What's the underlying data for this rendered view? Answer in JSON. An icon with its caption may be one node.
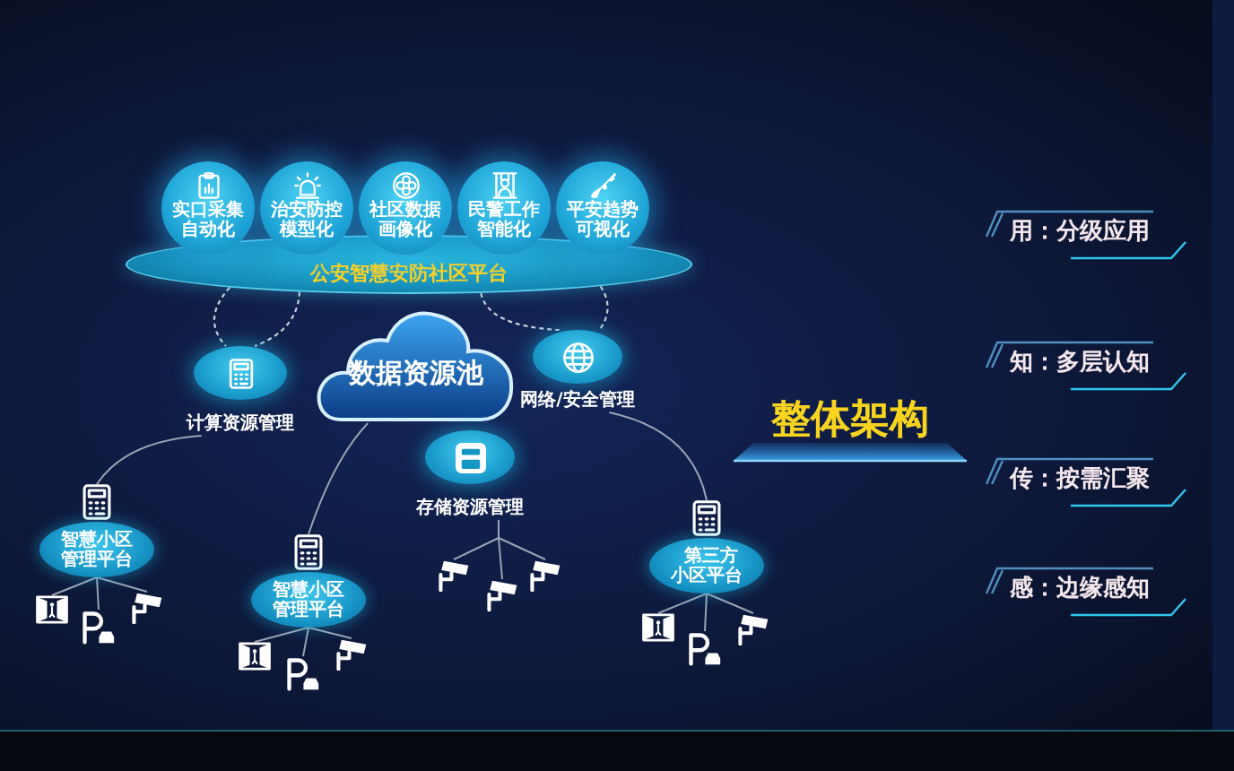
{
  "diagram": {
    "title": "整体架构",
    "nodes": [
      {
        "text": [
          "实口采集自动化"
        ]
      },
      {
        "text": [
          "治安防控模型化"
        ]
      },
      {
        "text": [
          "社区数据画像化"
        ]
      },
      {
        "text": [
          "民警工作智能化"
        ]
      },
      {
        "text": [
          "平安趋势可视化"
        ]
      },
      {
        "text": [
          "公安智慧安防社区平台"
        ]
      },
      {
        "text": [
          "计算资源管理"
        ]
      },
      {
        "text": [
          "数据资源池"
        ]
      },
      {
        "text": [
          "网络/安全管理"
        ]
      },
      {
        "text": [
          "存储资源管理"
        ]
      },
      {
        "text": [
          "智慧小区管理平台"
        ]
      },
      {
        "text": [
          "智慧小区管理平台"
        ]
      },
      {
        "text": [
          "第三方小区平台"
        ]
      },
      {
        "text": [],
        "shape": "picture"
      },
      {
        "text": [],
        "shape": "picture"
      },
      {
        "text": [],
        "shape": "picture"
      },
      {
        "text": [],
        "shape": "picture"
      },
      {
        "text": [],
        "shape": "picture"
      },
      {
        "text": [],
        "shape": "picture"
      },
      {
        "text": [],
        "shape": "picture"
      },
      {
        "text": [],
        "shape": "picture"
      },
      {
        "text": [],
        "shape": "picture"
      },
      {
        "text": [],
        "shape": "picture"
      },
      {
        "text": [],
        "shape": "picture"
      },
      {
        "text": [],
        "shape": "picture"
      }
    ],
    "edges": [
      {
        "from": 5,
        "to": 6,
        "arrow": "none",
        "style": "dashed",
        "color": "#c9ced8"
      },
      {
        "from": 5,
        "to": 6,
        "arrow": "none",
        "style": "dashed",
        "color": "#c9ced8"
      },
      {
        "from": 5,
        "to": 8,
        "arrow": "none",
        "style": "dashed",
        "color": "#c9ced8"
      },
      {
        "from": 5,
        "to": 8,
        "arrow": "none",
        "style": "dashed",
        "color": "#c9ced8"
      },
      {
        "from": 6,
        "to": 10,
        "arrow": "none"
      },
      {
        "from": 7,
        "to": 11,
        "arrow": "none"
      },
      {
        "from": 8,
        "to": 12,
        "arrow": "none"
      },
      {
        "from": 9,
        "to": 13,
        "arrow": "none"
      },
      {
        "from": 9,
        "to": 14,
        "arrow": "none"
      },
      {
        "from": 9,
        "to": 15,
        "arrow": "none"
      },
      {
        "from": 10,
        "to": 16,
        "arrow": "none"
      },
      {
        "from": 10,
        "to": 17,
        "arrow": "none"
      },
      {
        "from": 10,
        "to": 18,
        "arrow": "none"
      },
      {
        "from": 11,
        "to": 19,
        "arrow": "none"
      },
      {
        "from": 11,
        "to": 20,
        "arrow": "none"
      },
      {
        "from": 11,
        "to": 21,
        "arrow": "none"
      },
      {
        "from": 12,
        "to": 22,
        "arrow": "none"
      },
      {
        "from": 12,
        "to": 23,
        "arrow": "none"
      },
      {
        "from": 12,
        "to": 24,
        "arrow": "none"
      }
    ],
    "labels": [
      "用：分级应用",
      "知：多层认知",
      "传：按需汇聚",
      "感：边缘感知"
    ]
  }
}
